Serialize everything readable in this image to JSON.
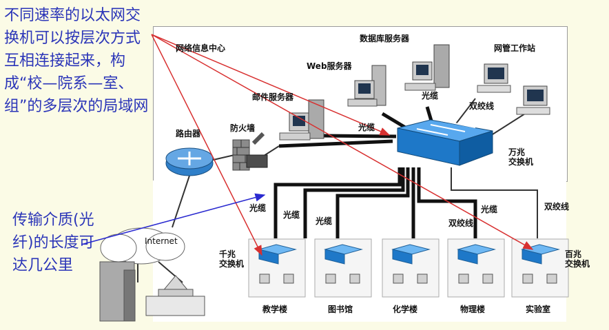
{
  "notes": {
    "top": "不同速率的以太网交换机可以按层次方式互相连接起来，构成“校—院系—室、组”的多层次的局域网",
    "bottom": "传输介质(光纤)的长度可达几公里"
  },
  "diagram": {
    "center_label": "网络信息中心",
    "db_server": "数据库服务器",
    "web_server": "Web服务器",
    "mail_server": "邮件服务器",
    "admin_station": "网管工作站",
    "router": "路由器",
    "firewall": "防火墙",
    "core_switch": "万兆\n交换机",
    "internet": "Internet",
    "gigabit_switch": "千兆\n交换机",
    "fast_switch": "百兆\n交换机",
    "links": {
      "fiber": "光缆",
      "twisted_pair": "双绞线"
    },
    "buildings": [
      "教学楼",
      "图书馆",
      "化学楼",
      "物理楼",
      "实验室"
    ]
  },
  "colors": {
    "note_text": "#2b35b8",
    "switch_blue": "#1e78c8",
    "arrow_red": "#d83030",
    "arrow_blue": "#2a2ad0"
  }
}
